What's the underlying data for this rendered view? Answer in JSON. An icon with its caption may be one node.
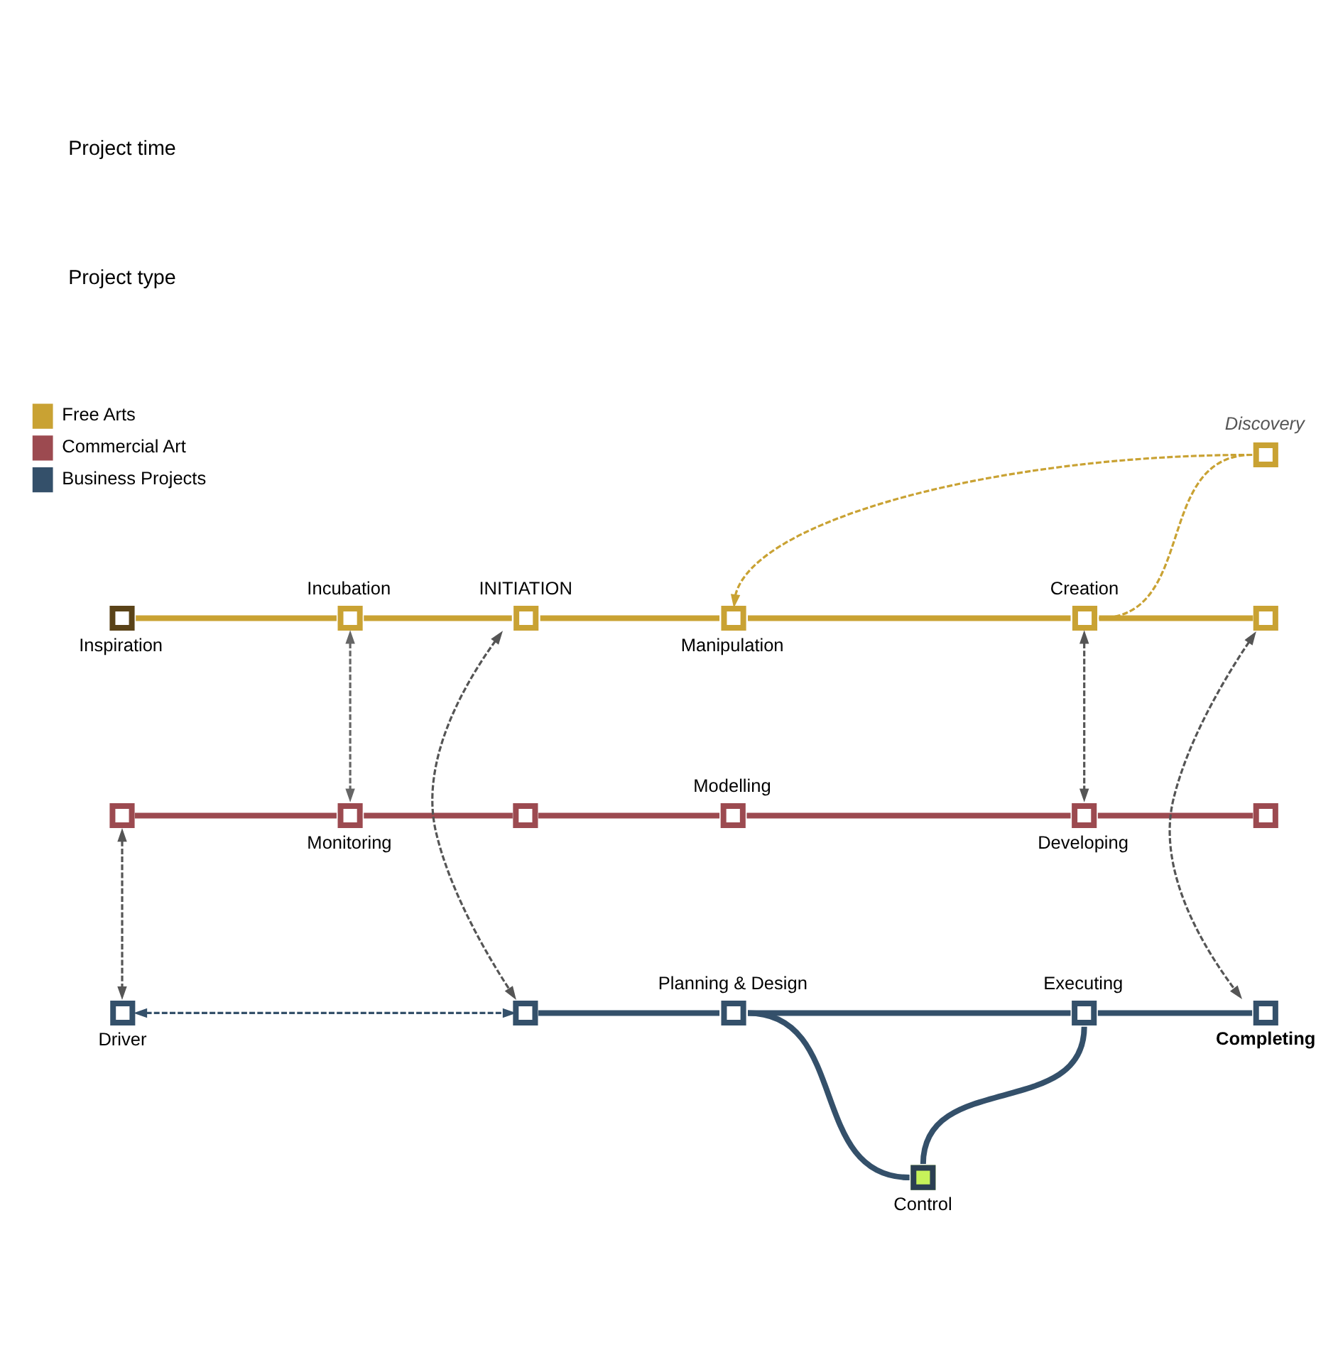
{
  "diagram": {
    "nodes": [
      {
        "text": [
          "Discovery"
        ]
      },
      {
        "text": [
          "Inspiration"
        ]
      },
      {
        "text": [
          "Incubation"
        ]
      },
      {
        "text": [
          "INITIATION"
        ]
      },
      {
        "text": [
          "Manipulation"
        ]
      },
      {
        "text": [
          "Creation"
        ]
      },
      {
        "text": [],
        "shape": "box"
      },
      {
        "text": [],
        "shape": "box"
      },
      {
        "text": [
          "Monitoring"
        ]
      },
      {
        "text": [],
        "shape": "box"
      },
      {
        "text": [
          "Modelling"
        ]
      },
      {
        "text": [
          "Developing"
        ]
      },
      {
        "text": [],
        "shape": "box"
      },
      {
        "text": [
          "Driver"
        ]
      },
      {
        "text": [],
        "shape": "box"
      },
      {
        "text": [
          "Planning & Design"
        ]
      },
      {
        "text": [
          "Executing"
        ]
      },
      {
        "text": [
          "Completing"
        ]
      },
      {
        "text": [
          "Control"
        ]
      }
    ],
    "edges": [
      {
        "from": 1,
        "to": 2,
        "arrow": "none",
        "color": "#c9a233"
      },
      {
        "from": 2,
        "to": 3,
        "arrow": "none",
        "color": "#c9a233"
      },
      {
        "from": 3,
        "to": 4,
        "arrow": "none",
        "color": "#c9a233"
      },
      {
        "from": 4,
        "to": 5,
        "arrow": "none",
        "color": "#c9a233"
      },
      {
        "from": 5,
        "to": 6,
        "arrow": "none",
        "color": "#c9a233"
      },
      {
        "from": 5,
        "to": 0,
        "arrow": "none",
        "style": "dashed",
        "color": "#c9a233"
      },
      {
        "from": 0,
        "to": 4,
        "arrow": "to",
        "style": "dashed",
        "color": "#c9a233"
      },
      {
        "from": 7,
        "to": 8,
        "arrow": "none",
        "color": "#9c4a50"
      },
      {
        "from": 8,
        "to": 9,
        "arrow": "none",
        "color": "#9c4a50"
      },
      {
        "from": 9,
        "to": 10,
        "arrow": "none",
        "color": "#9c4a50"
      },
      {
        "from": 10,
        "to": 11,
        "arrow": "none",
        "color": "#9c4a50"
      },
      {
        "from": 11,
        "to": 12,
        "arrow": "none",
        "color": "#9c4a50"
      },
      {
        "from": 14,
        "to": 15,
        "arrow": "none",
        "color": "#34506a"
      },
      {
        "from": 15,
        "to": 16,
        "arrow": "none",
        "color": "#34506a"
      },
      {
        "from": 16,
        "to": 17,
        "arrow": "none",
        "color": "#34506a"
      },
      {
        "from": 15,
        "to": 18,
        "arrow": "none",
        "color": "#34506a"
      },
      {
        "from": 18,
        "to": 16,
        "arrow": "none",
        "color": "#34506a"
      },
      {
        "from": 2,
        "to": 8,
        "arrow": "both",
        "style": "dashed",
        "color": "#666666"
      },
      {
        "from": 3,
        "to": 14,
        "arrow": "both",
        "style": "dashed",
        "color": "#555555"
      },
      {
        "from": 5,
        "to": 11,
        "arrow": "both",
        "style": "dashed",
        "color": "#555555"
      },
      {
        "from": 6,
        "to": 17,
        "arrow": "both",
        "style": "dashed",
        "color": "#555555"
      },
      {
        "from": 7,
        "to": 13,
        "arrow": "both",
        "style": "dashed",
        "color": "#555555"
      },
      {
        "from": 13,
        "to": 14,
        "arrow": "both",
        "style": "dashed",
        "color": "#34506a"
      }
    ],
    "labels": [
      "Project type",
      "Project time"
    ],
    "legend": [
      {
        "text": "Free Arts",
        "color": "#c9a233"
      },
      {
        "text": "Commercial Art",
        "color": "#9c4a50"
      },
      {
        "text": "Business Projects",
        "color": "#34506a"
      }
    ]
  }
}
